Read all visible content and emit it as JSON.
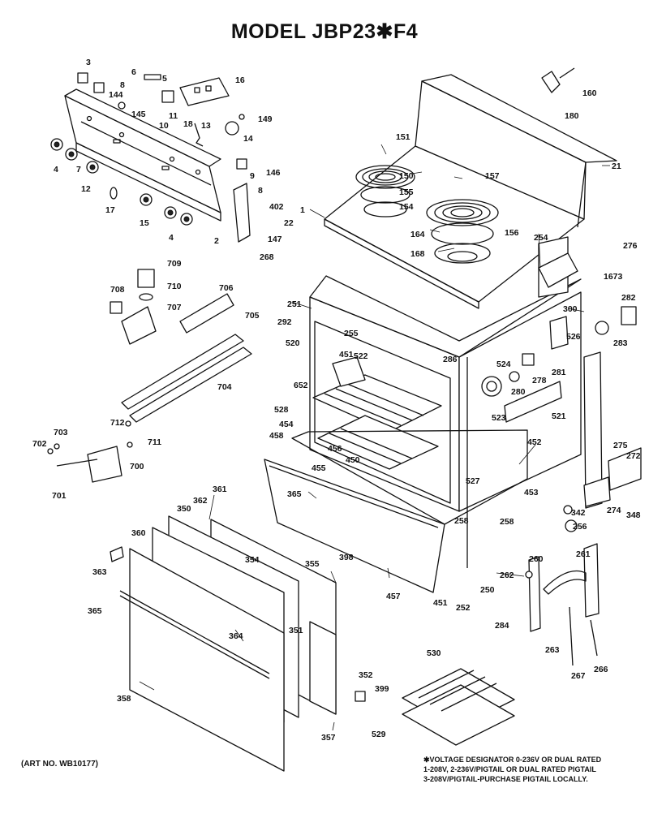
{
  "title": "MODEL JBP23✱F4",
  "art_number": "(ART NO. WB10177)",
  "footnote": [
    "✱VOLTAGE DESIGNATOR 0-236V OR DUAL RATED",
    "1-208V, 2-236V/PIGTAIL OR DUAL RATED PIGTAIL",
    "3-208V/PIGTAIL-PURCHASE PIGTAIL LOCALLY."
  ],
  "part_labels": [
    "3",
    "6",
    "5",
    "16",
    "160",
    "144",
    "8",
    "145",
    "10",
    "11",
    "18",
    "13",
    "149",
    "180",
    "4",
    "7",
    "12",
    "14",
    "9",
    "146",
    "151",
    "150",
    "157",
    "21",
    "17",
    "15",
    "4",
    "2",
    "402",
    "147",
    "8",
    "155",
    "154",
    "156",
    "22",
    "1",
    "164",
    "168",
    "254",
    "276",
    "268",
    "709",
    "1673",
    "708",
    "710",
    "706",
    "707",
    "705",
    "251",
    "292",
    "255",
    "282",
    "300",
    "520",
    "451",
    "522",
    "286",
    "524",
    "278",
    "281",
    "526",
    "283",
    "652",
    "280",
    "528",
    "523",
    "521",
    "704",
    "712",
    "711",
    "454",
    "458",
    "456",
    "450",
    "455",
    "275",
    "452",
    "272",
    "703",
    "702",
    "700",
    "701",
    "365",
    "527",
    "258",
    "453",
    "361",
    "362",
    "342",
    "274",
    "348",
    "350",
    "258",
    "256",
    "360",
    "354",
    "355",
    "398",
    "260",
    "261",
    "363",
    "262",
    "365",
    "457",
    "451",
    "252",
    "250",
    "364",
    "284",
    "263",
    "351",
    "267",
    "266",
    "352",
    "399",
    "530",
    "358",
    "357",
    "529"
  ]
}
